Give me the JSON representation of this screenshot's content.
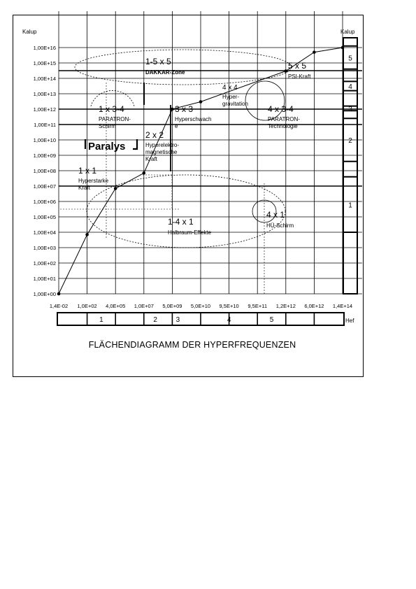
{
  "chart_data": {
    "type": "line",
    "title": "FLÄCHENDIAGRAMM DER HYPERFREQUENZEN",
    "ylabel_left": "Kalup",
    "ylabel_right": "Kalup",
    "xlabel": "Hef",
    "y_scale": "log",
    "yticks": [
      "1,00E+00",
      "1,00E+01",
      "1,00E+02",
      "1,00E+03",
      "1,00E+04",
      "1,00E+05",
      "1,00E+06",
      "1,00E+07",
      "1,00E+08",
      "1,00E+09",
      "1,00E+10",
      "1,00E+11",
      "1,00E+12",
      "1,00E+13",
      "1,00E+14",
      "1,00E+15",
      "1,00E+16"
    ],
    "xticks": [
      "1,4E-02",
      "1,0E+02",
      "4,0E+05",
      "1,0E+07",
      "5,0E+09",
      "5,0E+10",
      "9,5E+10",
      "9,5E+11",
      "1,2E+12",
      "6,0E+12",
      "1,4E+14"
    ],
    "series": [
      {
        "points": [
          {
            "x": "1,4E-02",
            "y": 1.0
          },
          {
            "x": "1,0E+02",
            "y": 7000.0
          },
          {
            "x": "4,0E+05",
            "y": 7000000.0
          },
          {
            "x": "1,0E+07",
            "y": 70000000.0
          },
          {
            "x": "5,0E+09",
            "y": 1000000000000.0
          },
          {
            "x": "5,0E+10",
            "y": 3000000000000.0
          },
          {
            "x": "1,2E+12",
            "y": 300000000000000.0
          },
          {
            "x": "6,0E+12",
            "y": 5000000000000000.0
          },
          {
            "x": "1,4E+14",
            "y": 1e+16
          }
        ]
      }
    ],
    "bottom_bands": [
      "1",
      "2",
      "3",
      "4",
      "5"
    ],
    "right_bands": [
      "5",
      "4",
      "3",
      "2",
      "1"
    ],
    "zones": [
      {
        "id": "1-5 x 5",
        "name": "DAKKAR-Zone"
      },
      {
        "id": "1-4 x 1",
        "name": "Halbraum-Effekte"
      },
      {
        "id": "5 x 5",
        "name": "PSI-Kraft"
      },
      {
        "id": "4 x 4",
        "name": "Hyper-gravitation"
      },
      {
        "id": "1 x 3-4",
        "name": "PARATRON-Schirm"
      },
      {
        "id": "3 x 3",
        "name": "Hyperschwach-e"
      },
      {
        "id": "4 x 3-4",
        "name": "PARATRON-Technologie"
      },
      {
        "id": "2 x 2",
        "name": "Hyperelektro-magnetische Kraft"
      },
      {
        "id": "1 x 1",
        "name": "Hyperstarke Kraft"
      },
      {
        "id": "4 x 1",
        "name": "HÜ-Schirm"
      }
    ],
    "stamp": "Paralys",
    "grid": true
  }
}
